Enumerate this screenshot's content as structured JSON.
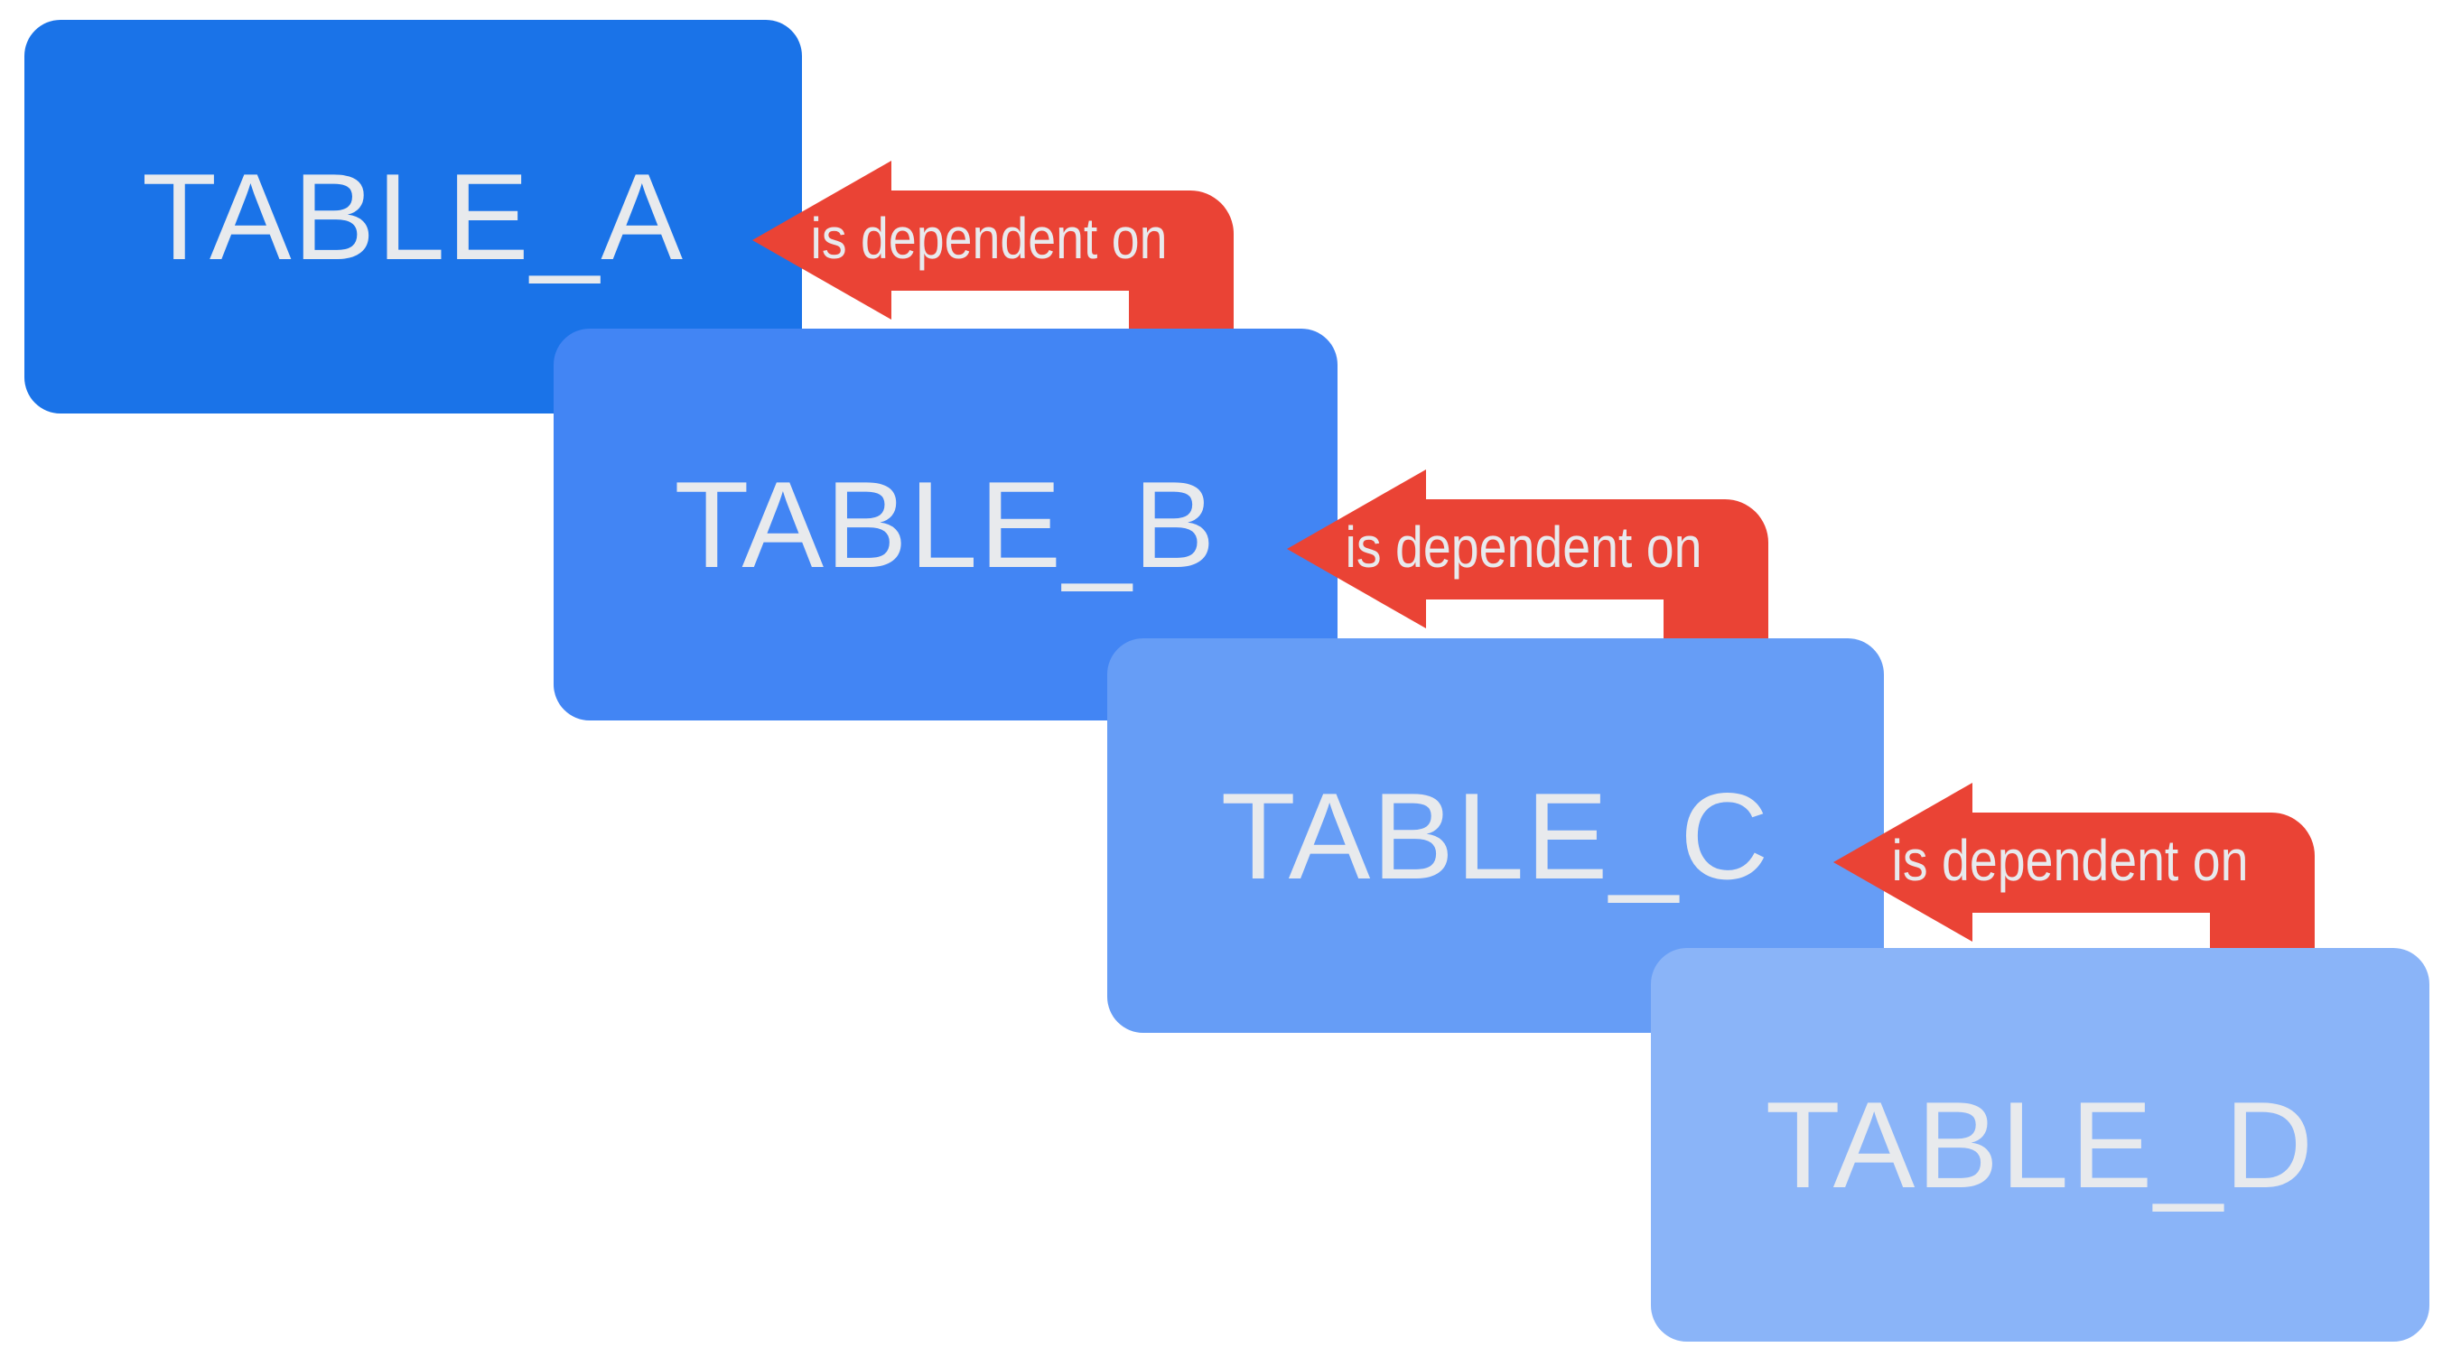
{
  "diagram": {
    "background_color": "#ffffff",
    "text_color": "#e8eaed",
    "arrow": {
      "color": "#ea4335",
      "label": "is dependent on"
    },
    "tables": [
      {
        "label": "TABLE_A",
        "color": "#1a73e8"
      },
      {
        "label": "TABLE_B",
        "color": "#4285f4"
      },
      {
        "label": "TABLE_C",
        "color": "#669df6"
      },
      {
        "label": "TABLE_D",
        "color": "#8ab4f8"
      }
    ],
    "relations": [
      {
        "from": "TABLE_B",
        "to": "TABLE_A",
        "label": "is dependent on"
      },
      {
        "from": "TABLE_C",
        "to": "TABLE_B",
        "label": "is dependent on"
      },
      {
        "from": "TABLE_D",
        "to": "TABLE_C",
        "label": "is dependent on"
      }
    ]
  }
}
